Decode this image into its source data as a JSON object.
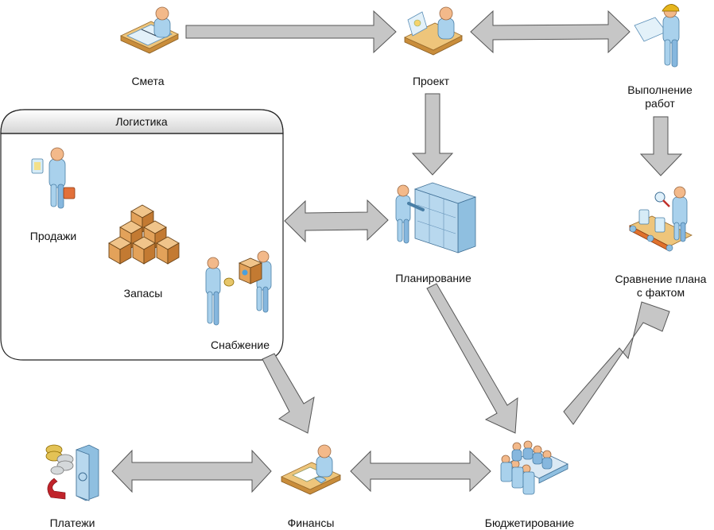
{
  "diagram": {
    "group": {
      "title": "Логистика",
      "members": [
        "Продажи",
        "Запасы",
        "Снабжение"
      ]
    },
    "nodes": [
      {
        "id": "smeta",
        "label": "Смета",
        "icon": "drafting-desk-person-icon"
      },
      {
        "id": "proekt",
        "label": "Проект",
        "icon": "designer-desk-person-icon"
      },
      {
        "id": "vypolnenie",
        "label_lines": [
          "Выполнение",
          "работ"
        ],
        "icon": "construction-worker-blueprint-icon"
      },
      {
        "id": "prodazhi",
        "label": "Продажи",
        "icon": "salesperson-briefcase-icon"
      },
      {
        "id": "zapasy",
        "label": "Запасы",
        "icon": "boxes-stack-icon"
      },
      {
        "id": "snabzhenie",
        "label": "Снабжение",
        "icon": "supplier-exchange-icon"
      },
      {
        "id": "planirovanie",
        "label": "Планирование",
        "icon": "server-rack-person-icon"
      },
      {
        "id": "sravnenie",
        "label_lines": [
          "Сравнение плана",
          "с фактом"
        ],
        "icon": "conveyor-inspector-icon"
      },
      {
        "id": "platezhi",
        "label": "Платежи",
        "icon": "coins-safe-icon"
      },
      {
        "id": "finansy",
        "label": "Финансы",
        "icon": "accountant-desk-icon"
      },
      {
        "id": "byudzhetirovanie",
        "label": "Бюджетирование",
        "icon": "meeting-table-icon"
      }
    ],
    "edges": [
      {
        "from": "Смета",
        "to": "Проект",
        "type": "one-way"
      },
      {
        "from": "Проект",
        "to": "Выполнение работ",
        "type": "two-way"
      },
      {
        "from": "Проект",
        "to": "Планирование",
        "type": "one-way"
      },
      {
        "from": "Выполнение работ",
        "to": "Сравнение плана с фактом",
        "type": "one-way"
      },
      {
        "from": "Логистика",
        "to": "Планирование",
        "type": "two-way"
      },
      {
        "from": "Логистика",
        "to": "Финансы",
        "type": "one-way"
      },
      {
        "from": "Планирование",
        "to": "Бюджетирование",
        "type": "one-way"
      },
      {
        "from": "Бюджетирование",
        "to": "Сравнение плана с фактом",
        "type": "one-way"
      },
      {
        "from": "Платежи",
        "to": "Финансы",
        "type": "two-way"
      },
      {
        "from": "Финансы",
        "to": "Бюджетирование",
        "type": "two-way"
      }
    ],
    "colors": {
      "arrow_fill": "#c6c6c6",
      "arrow_stroke": "#555555",
      "person_suit": "#a9d1ec",
      "person_skin": "#f3b98a",
      "desk": "#eec57b",
      "box": "#e3a25a"
    }
  }
}
